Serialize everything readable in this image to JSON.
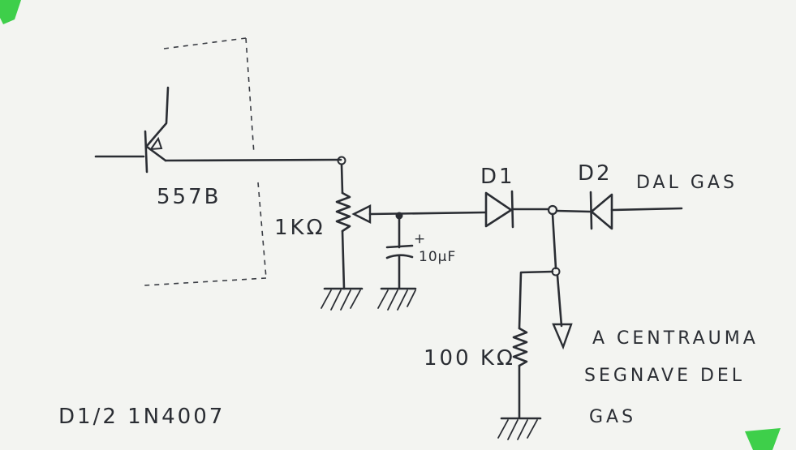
{
  "transistor_label": "557B",
  "potentiometer_label": "1KΩ",
  "capacitor_label": "10µF",
  "capacitor_polarity": "+",
  "diode1_label": "D1",
  "diode2_label": "D2",
  "input_label": "DAL GAS",
  "resistor_label": "100 KΩ",
  "output_label_lines": [
    "A CENTRAUMA",
    "SEGNAVE DEL",
    "GAS"
  ],
  "parts_note": "D1/2 1N4007",
  "colors": {
    "ink": "#2a2d33",
    "paper": "#f3f4f1",
    "marker_green": "#3ecf4a"
  }
}
